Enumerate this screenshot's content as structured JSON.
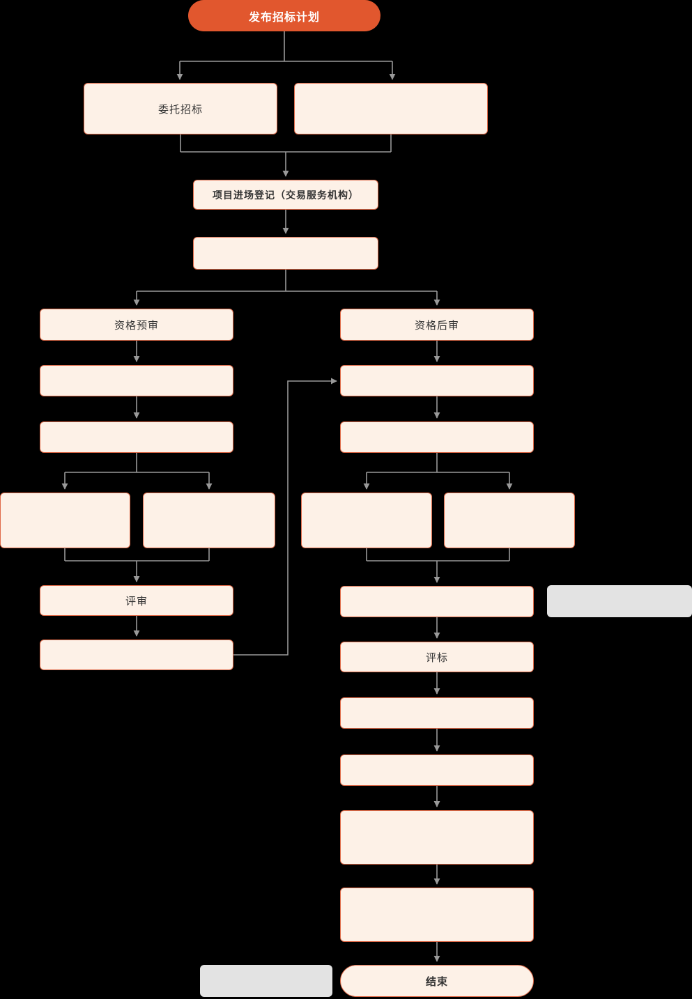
{
  "flowchart": {
    "colors": {
      "background": "#000000",
      "accent": "#e1572e",
      "node_fill": "#fdf1e7",
      "node_border": "#df6a48",
      "node_text": "#333333",
      "gray_fill": "#e3e3e3",
      "connector": "#999999"
    },
    "nodes": {
      "start": {
        "label": "发布招标计划"
      },
      "entrust_bidding": {
        "label": "委托招标"
      },
      "top_right": {
        "label": ""
      },
      "registration": {
        "label": "项目进场登记（交易服务机构）"
      },
      "announcement": {
        "label": ""
      },
      "prequalification": {
        "label": "资格预审"
      },
      "postqualification": {
        "label": "资格后审"
      },
      "pre_step2": {
        "label": ""
      },
      "pre_step3": {
        "label": ""
      },
      "pre_branch_left": {
        "label": ""
      },
      "pre_branch_right": {
        "label": ""
      },
      "review": {
        "label": "评审"
      },
      "pre_result": {
        "label": ""
      },
      "post_step2": {
        "label": ""
      },
      "post_step3": {
        "label": ""
      },
      "post_branch_left": {
        "label": ""
      },
      "post_branch_right": {
        "label": ""
      },
      "bid_opening": {
        "label": ""
      },
      "side_note_right": {
        "label": ""
      },
      "bid_evaluation": {
        "label": "评标"
      },
      "post_step7": {
        "label": ""
      },
      "post_step8": {
        "label": ""
      },
      "post_step9": {
        "label": ""
      },
      "post_step10": {
        "label": ""
      },
      "end": {
        "label": "结束"
      },
      "side_note_bottom": {
        "label": ""
      }
    }
  }
}
